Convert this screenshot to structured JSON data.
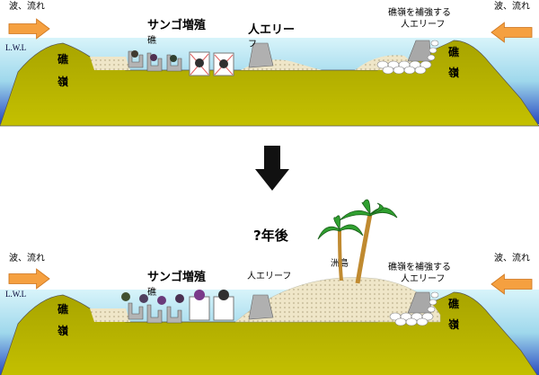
{
  "panels": [
    {
      "wave_left": "波、流れ",
      "wave_right": "波、流れ",
      "lwl": "L.W.L",
      "reef_left": [
        "礁",
        "嶺"
      ],
      "reef_right": [
        "礁",
        "嶺"
      ],
      "coral_label": [
        "サンゴ増殖",
        "礁"
      ],
      "artificial_reef": [
        "人エリー",
        "フ"
      ],
      "reinforce_label": [
        "礁嶺を補強する",
        "人エリーフ"
      ]
    },
    {
      "wave_left": "波、流れ",
      "wave_right": "波、流れ",
      "lwl": "L.W.L",
      "reef_left": [
        "礁",
        "嶺"
      ],
      "reef_right": [
        "礁",
        "嶺"
      ],
      "coral_label": [
        "サンゴ増殖",
        "礁"
      ],
      "artificial_reef": [
        "人エリーフ"
      ],
      "reinforce_label": [
        "礁嶺を補強する",
        "人エリーフ"
      ],
      "island_label": "洲島"
    }
  ],
  "years_later": "?年後",
  "colors": {
    "land": "#b0ad00",
    "water_top": "#d8f4fa",
    "water_bottom": "#3050c0",
    "arrow": "#f5a040",
    "sand": "#efe6c8",
    "structure": "#b4b4b4"
  }
}
